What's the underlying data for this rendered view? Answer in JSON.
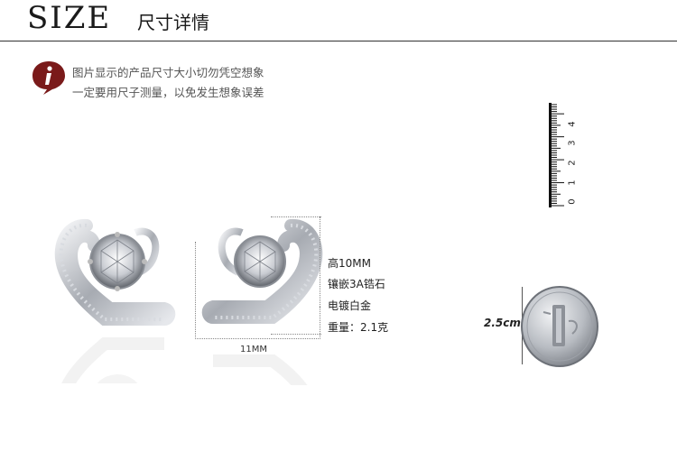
{
  "header": {
    "title": "SIZE",
    "subtitle": "尺寸详情"
  },
  "notice": {
    "icon": "info-icon",
    "line1": "图片显示的产品尺寸大小切勿凭空想象",
    "line2": "一定要用尺子测量，以免发生想象误差"
  },
  "ruler": {
    "numbers": [
      "0",
      "1",
      "2",
      "3",
      "4"
    ]
  },
  "dimensions": {
    "width_label": "11MM"
  },
  "specs": {
    "height": "高10MM",
    "stone": "镶嵌3A锆石",
    "plating": "电镀白金",
    "weight": "重量：2.1克"
  },
  "coin": {
    "size_label": "2.5cm"
  }
}
